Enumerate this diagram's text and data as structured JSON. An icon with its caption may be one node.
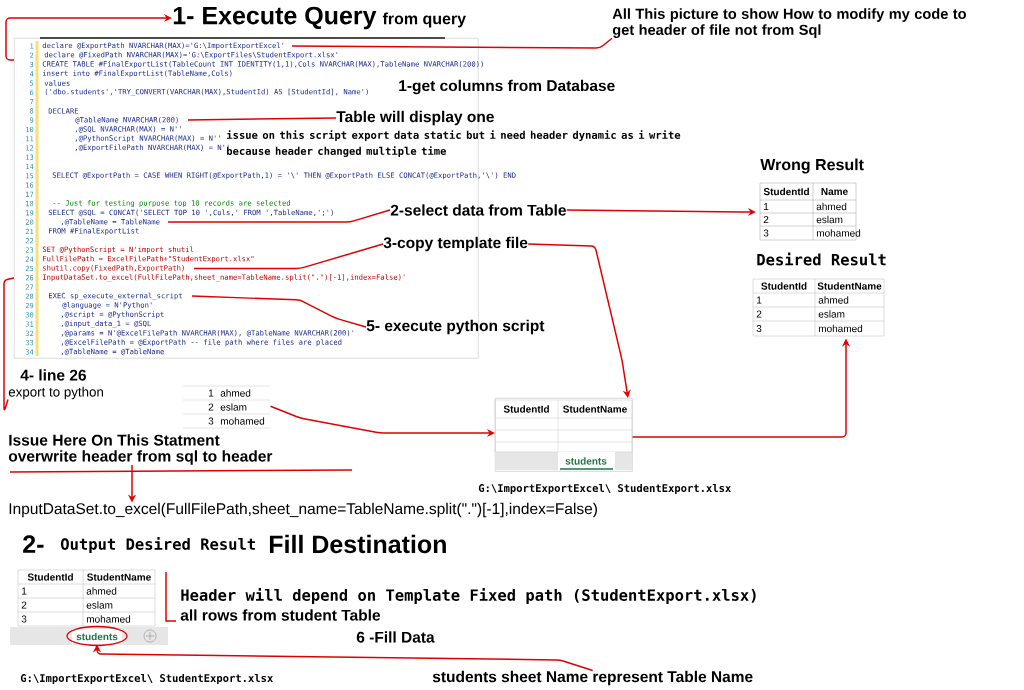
{
  "diagram": {
    "nodes": [
      {
        "text": [
          "declare @ExportPath NVARCHAR(MAX)='G:\\ImportExportExcel'",
          "declare @FixedPath NVARCHAR(MAX)='G:\\ExportFiles\\StudentExport.xlsx'",
          "CREATE TABLE #FinalExportList(TableCount INT IDENTITY(1,1),Cols NVARCHAR(MAX),TableName NVARCHAR(200))",
          "insert into #FinalExportList(TableName,Cols)",
          "values",
          "('dbo.students','TRY_CONVERT(VARCHAR(MAX),StudentId) AS [StudentId], Name')",
          "DECLARE",
          "@TableName NVARCHAR(200)",
          ",@SQL NVARCHAR(MAX) = N''",
          ",@PythonScript NVARCHAR(MAX) = N''",
          ",@ExportFilePath NVARCHAR(MAX) = N''",
          "SELECT @ExportPath = CASE WHEN RIGHT(@ExportPath,1) = '\\' THEN @ExportPath ELSE CONCAT(@ExportPath,'\\') END",
          "-- Just for testing purpose top 10 records are selected",
          "SELECT @SQL = CONCAT('SELECT TOP 10 ',Cols,' FROM ',TableName,';')",
          ",@TableName = TableName",
          "FROM #FinalExportList",
          "SET @PythonScript = N'import shutil",
          "FullFilePath = ExcelFilePath+\"StudentExport.xlsx\"",
          "shutil.copy(FixedPath,ExportPath)",
          "InputDataSet.to_excel(FullFilePath,sheet_name=TableName.split(\".\")[-1],index=False)'",
          "EXEC sp_execute_external_script",
          "@language = N'Python'",
          ",@script = @PythonScript",
          ",@input_data_1 = @SQL",
          ",@params = N'@ExcelFilePath NVARCHAR(MAX), @TableName NVARCHAR(200)'",
          ",@ExcelFilePath = @ExportPath -- file path where files are placed",
          ",@TableName = @TableName"
        ]
      },
      {
        "text": [
          "1- Execute Query",
          "from query"
        ]
      },
      {
        "text": [
          "All This picture to show How to modify my code to get header of file not from Sql"
        ]
      },
      {
        "text": [
          "1-get columns from Database"
        ]
      },
      {
        "text": [
          "Table will display one"
        ]
      },
      {
        "text": [
          "issue on this script export data static but i need header dynamic as i write because header changed multiple time"
        ]
      },
      {
        "text": [
          "2-select data from Table"
        ]
      },
      {
        "text": [
          "3-copy template file"
        ]
      },
      {
        "text": [
          "5- execute python script"
        ]
      },
      {
        "text": [
          "4- line 26",
          "export to python"
        ]
      },
      {
        "text": [
          "1",
          "ahmed",
          "2",
          "eslam",
          "3",
          "mohamed"
        ]
      },
      {
        "text": [
          "Issue Here On This Statment overwrite header from sql to header"
        ]
      },
      {
        "text": [
          "StudentId",
          "StudentName",
          "students"
        ],
        "beside": [
          "G:\\ImportExportExcel\\ StudentExport.xlsx"
        ]
      },
      {
        "text": [
          "InputDataSet.to_excel(FullFilePath,sheet_name=TableName.split(\".\")[-1],index=False)"
        ]
      },
      {
        "text": [
          "Wrong Result",
          "StudentId",
          "Name",
          "1",
          "ahmed",
          "2",
          "eslam",
          "3",
          "mohamed"
        ]
      },
      {
        "text": [
          "Desired Result",
          "StudentId",
          "StudentName",
          "1",
          "ahmed",
          "2",
          "eslam",
          "3",
          "mohamed"
        ]
      },
      {
        "text": [
          "StudentId",
          "StudentName",
          "1",
          "ahmed",
          "2",
          "eslam",
          "3",
          "mohamed"
        ],
        "beside": [
          "G:\\ImportExportExcel\\ StudentExport.xlsx"
        ]
      },
      {
        "text": [
          "students"
        ],
        "in": 16
      },
      {
        "text": [
          "students sheet Name represent Table Name"
        ]
      }
    ],
    "edges": [
      {
        "from": 0,
        "to": 1,
        "arrow": "to"
      },
      {
        "from": 0,
        "to": 2,
        "arrow": "none"
      },
      {
        "from": 0,
        "to": 4,
        "arrow": "none"
      },
      {
        "from": 0,
        "to": 6,
        "arrow": "none"
      },
      {
        "from": 6,
        "to": 14,
        "arrow": "to"
      },
      {
        "from": 0,
        "to": 7,
        "arrow": "none"
      },
      {
        "from": 7,
        "to": 12,
        "arrow": "to"
      },
      {
        "from": 0,
        "to": 8,
        "arrow": "none"
      },
      {
        "from": 0,
        "to": 9,
        "arrow": "none"
      },
      {
        "from": 10,
        "to": 12,
        "arrow": "to"
      },
      {
        "from": 11,
        "to": 13,
        "arrow": "to"
      },
      {
        "from": 12,
        "to": 15,
        "arrow": "to"
      },
      {
        "from": 18,
        "to": 17,
        "arrow": "to"
      }
    ],
    "labels": [
      "1",
      "2",
      "3",
      "4",
      "5",
      "6",
      "7",
      "8",
      "9",
      "10",
      "11",
      "12",
      "13",
      "14",
      "15",
      "16",
      "17",
      "18",
      "19",
      "20",
      "21",
      "22",
      "23",
      "24",
      "25",
      "26",
      "27",
      "28",
      "29",
      "30",
      "31",
      "32",
      "33",
      "34",
      "2-",
      "Output Desired Result",
      "Fill Destination",
      "Header will depend on Template Fixed path (StudentExport.xlsx)",
      "all rows from student Table",
      "6 -Fill Data"
    ]
  }
}
